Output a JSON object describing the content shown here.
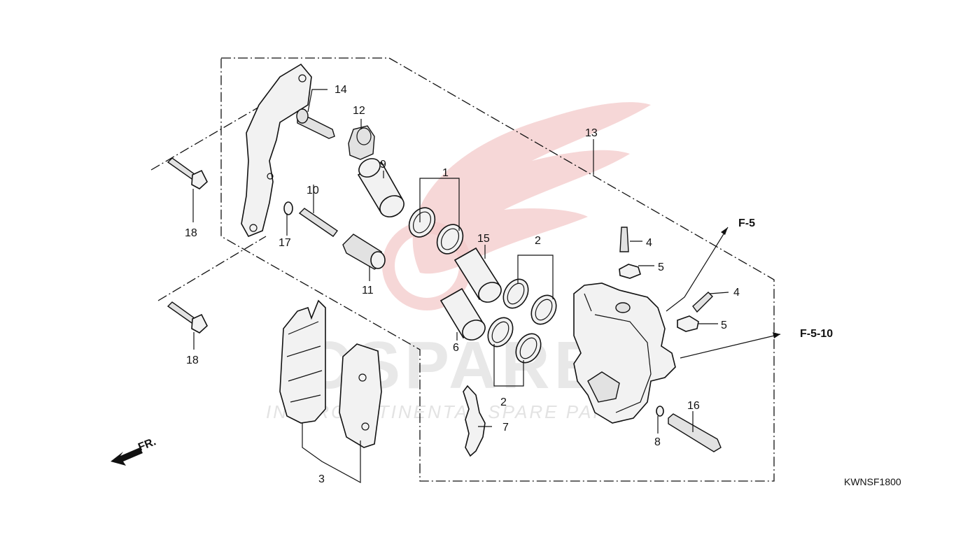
{
  "diagram": {
    "part_labels": [
      "1",
      "2",
      "2",
      "3",
      "4",
      "4",
      "5",
      "5",
      "6",
      "7",
      "8",
      "9",
      "10",
      "11",
      "12",
      "13",
      "14",
      "15",
      "16",
      "17",
      "18",
      "18"
    ],
    "refs": {
      "ref_a": "F-5",
      "ref_b": "F-5-10"
    },
    "direction": "FR.",
    "drawing_code": "KWNSF1800",
    "watermark": {
      "brand": "ICSPARES",
      "tagline": "INTERCONTINENTAL SPARE PARTS",
      "logo_color": "#f3c9c9"
    }
  }
}
